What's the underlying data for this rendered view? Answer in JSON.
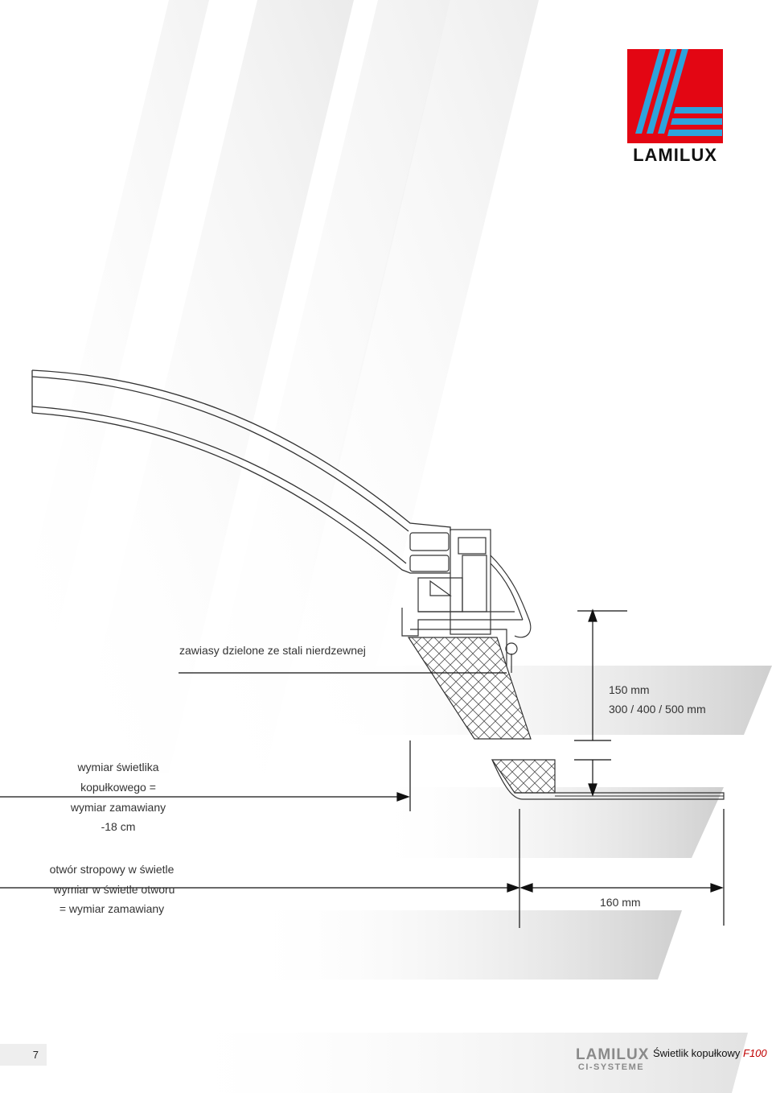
{
  "brand": {
    "logo_text": "LAMILUX",
    "footer_brand_main": "LAMILUX",
    "footer_brand_sub": "CI-SYSTEME",
    "red": "#e30613",
    "blue": "#2ea3dc"
  },
  "labels": {
    "hinges": "zawiasy dzielone ze stali nierdzewnej",
    "height_1": "150 mm",
    "height_2": "300 / 400 / 500 mm",
    "skylight_size": [
      "wymiar świetlika",
      "kopułkowego =",
      "wymiar zamawiany",
      "-18 cm"
    ],
    "ceiling_opening": [
      "otwór stropowy w świetle",
      "wymiar w świetle otworu",
      "= wymiar zamawiany"
    ],
    "width": "160 mm"
  },
  "footer": {
    "page_number": "7",
    "title": "Świetlik kopułkowy ",
    "model": "F100"
  }
}
